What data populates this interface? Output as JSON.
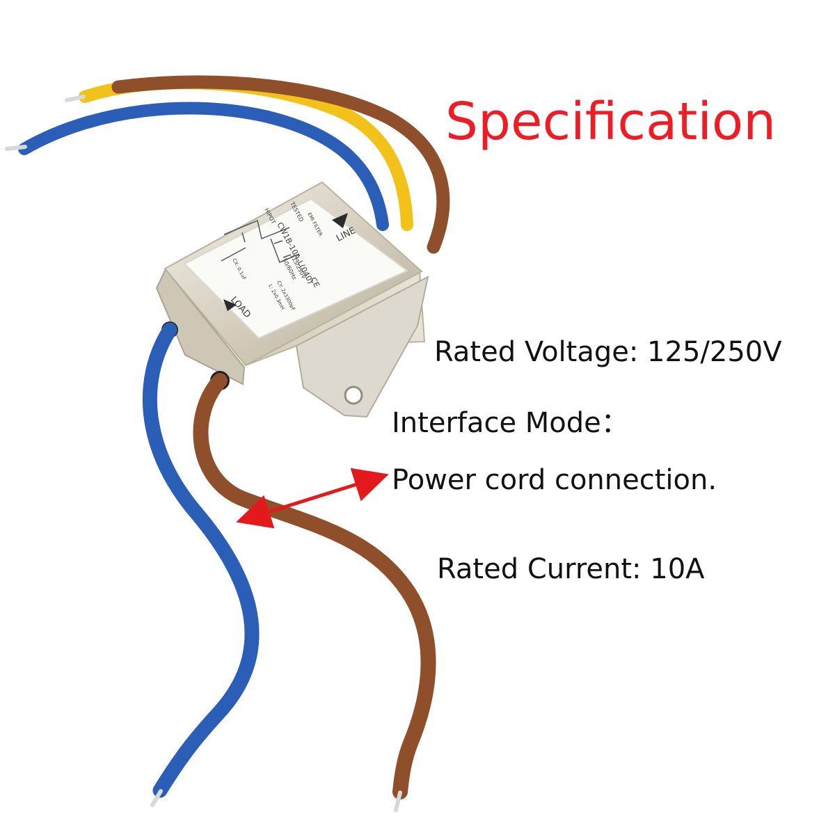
{
  "heading": {
    "title": "Specification"
  },
  "specs": {
    "rated_voltage": "Rated Voltage: 125/250V",
    "interface_mode": "Interface Mode：",
    "power_cord": "Power cord connection.",
    "rated_current": "Rated Current: 10A"
  },
  "product_label": {
    "line": "LINE",
    "load": "LOAD",
    "emi_filter": "EMI FILTER",
    "tested": "TESTED",
    "hipot": "HIPOT",
    "model": "CW1B-10A-L(040)",
    "voltage": "115/250V",
    "frequency": "50/60Hz",
    "ce": "CE",
    "cx": "CX: 0.1uF",
    "cy": "CY: 2x3300pF",
    "inductance": "L: 2x0.3mH"
  },
  "colors": {
    "title": "#ee1c24",
    "text": "#111111",
    "arrow": "#e3191c",
    "blue_wire": "#2b5fb7",
    "brown_wire": "#8f4f2b",
    "yellow_wire": "#f3c21a",
    "metal": "#d8d1bf",
    "metal_shadow": "#b6ad98",
    "label": "#fafaf6"
  }
}
